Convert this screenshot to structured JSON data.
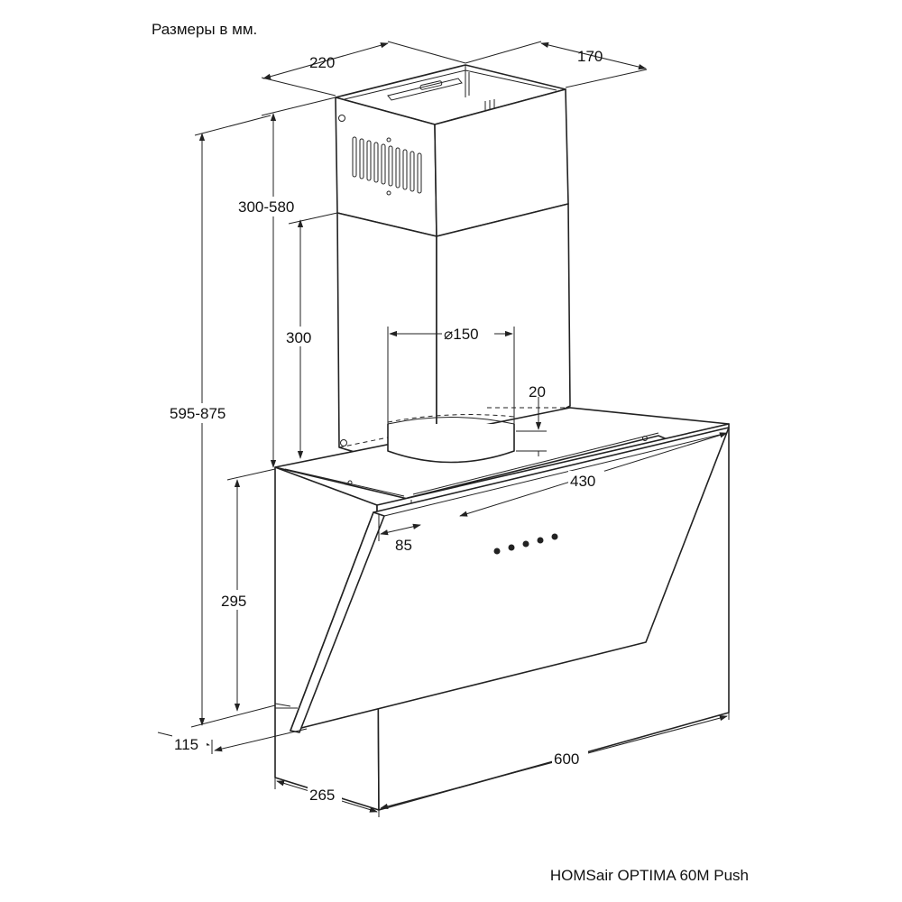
{
  "header": {
    "units_note": "Размеры в мм."
  },
  "footer": {
    "model_name": "HOMSair OPTIMA 60M Push"
  },
  "dimensions": {
    "chimney_width": "220",
    "chimney_depth": "170",
    "chimney_upper_range": "300-580",
    "chimney_lower": "300",
    "total_height_range": "595-875",
    "duct_diameter": "⌀150",
    "duct_offset": "20",
    "canopy_depth": "430",
    "panel_gap": "85",
    "body_height": "295",
    "bottom_depth": "115",
    "width": "600",
    "total_depth": "265"
  },
  "colors": {
    "line": "#222222",
    "background": "#ffffff"
  }
}
